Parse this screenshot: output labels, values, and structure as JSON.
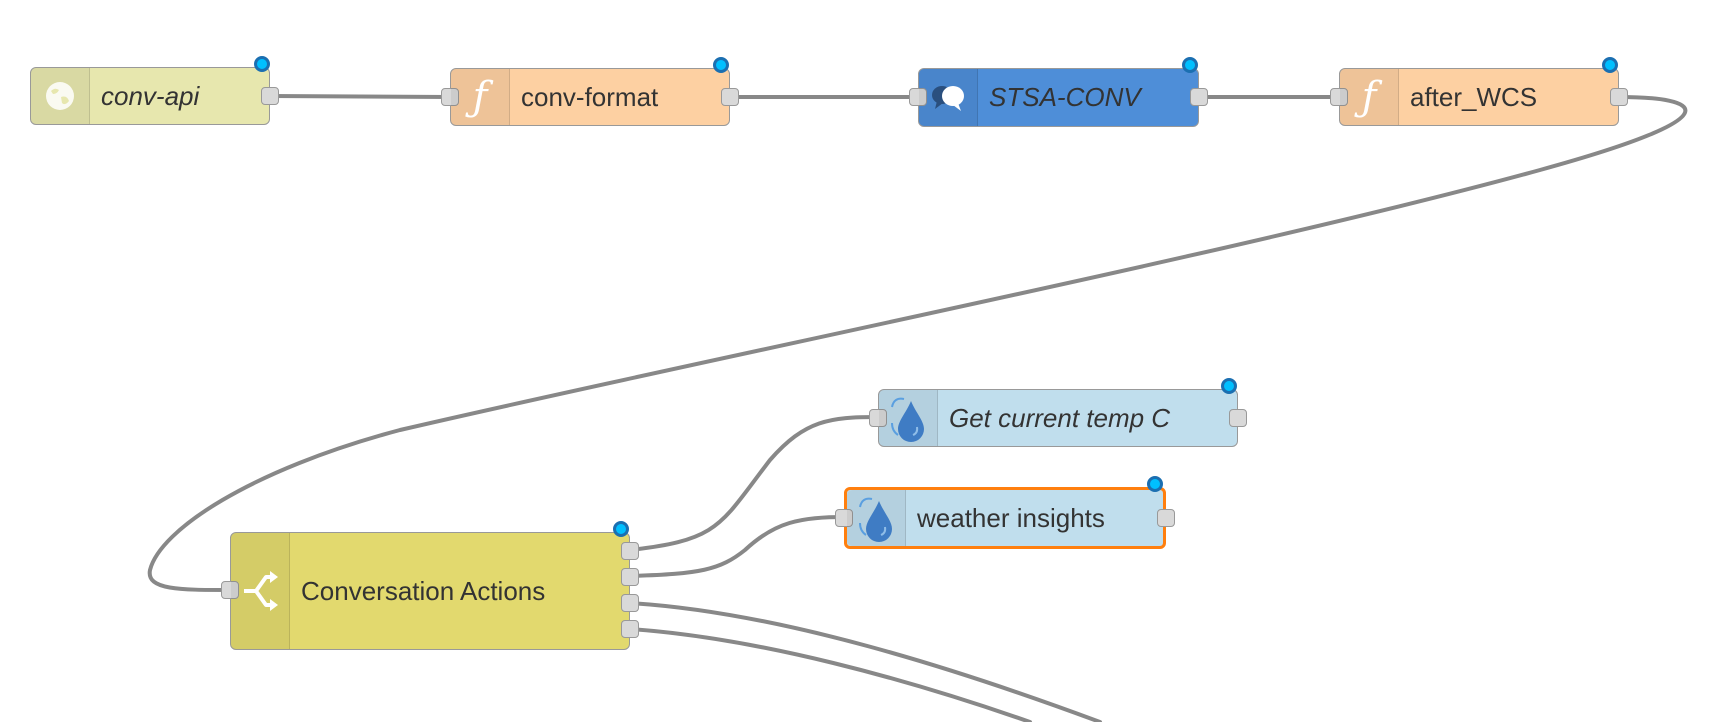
{
  "flow": {
    "colors": {
      "wire": "#888888",
      "http_in": "#e7e7ae",
      "function": "#fdd0a2",
      "watson": "#4e8ed8",
      "switch": "#e2d96e",
      "weather": "#c0deed",
      "selected_outline": "#ff7f0e",
      "changed_indicator": "#00bfff"
    },
    "nodes": {
      "conv_api": {
        "label": "conv-api",
        "icon": "globe-icon",
        "type": "http in"
      },
      "conv_format": {
        "label": "conv-format",
        "icon": "function-icon",
        "type": "function"
      },
      "stsa_conv": {
        "label": "STSA-CONV",
        "icon": "conversation-icon",
        "type": "watson conversation"
      },
      "after_wcs": {
        "label": "after_WCS",
        "icon": "function-icon",
        "type": "function"
      },
      "conversation_actions": {
        "label": "Conversation Actions",
        "icon": "switch-icon",
        "type": "switch",
        "outputs": 4
      },
      "get_current_temp": {
        "label": "Get current temp C",
        "icon": "weather-icon",
        "type": "weather"
      },
      "weather_insights": {
        "label": "weather insights",
        "icon": "weather-icon",
        "type": "weather",
        "selected": true
      }
    }
  }
}
